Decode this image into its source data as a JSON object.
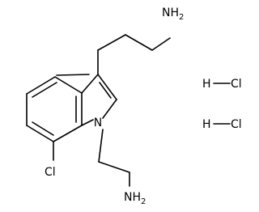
{
  "molecule": {
    "atoms": {
      "top_amine": {
        "main": "NH",
        "sub": "2"
      },
      "bottom_amine": {
        "main": "NH",
        "sub": "2"
      },
      "ring_n": "N",
      "chlorine": "Cl"
    },
    "salts": [
      {
        "h": "H",
        "cl": "Cl"
      },
      {
        "h": "H",
        "cl": "Cl"
      }
    ]
  }
}
